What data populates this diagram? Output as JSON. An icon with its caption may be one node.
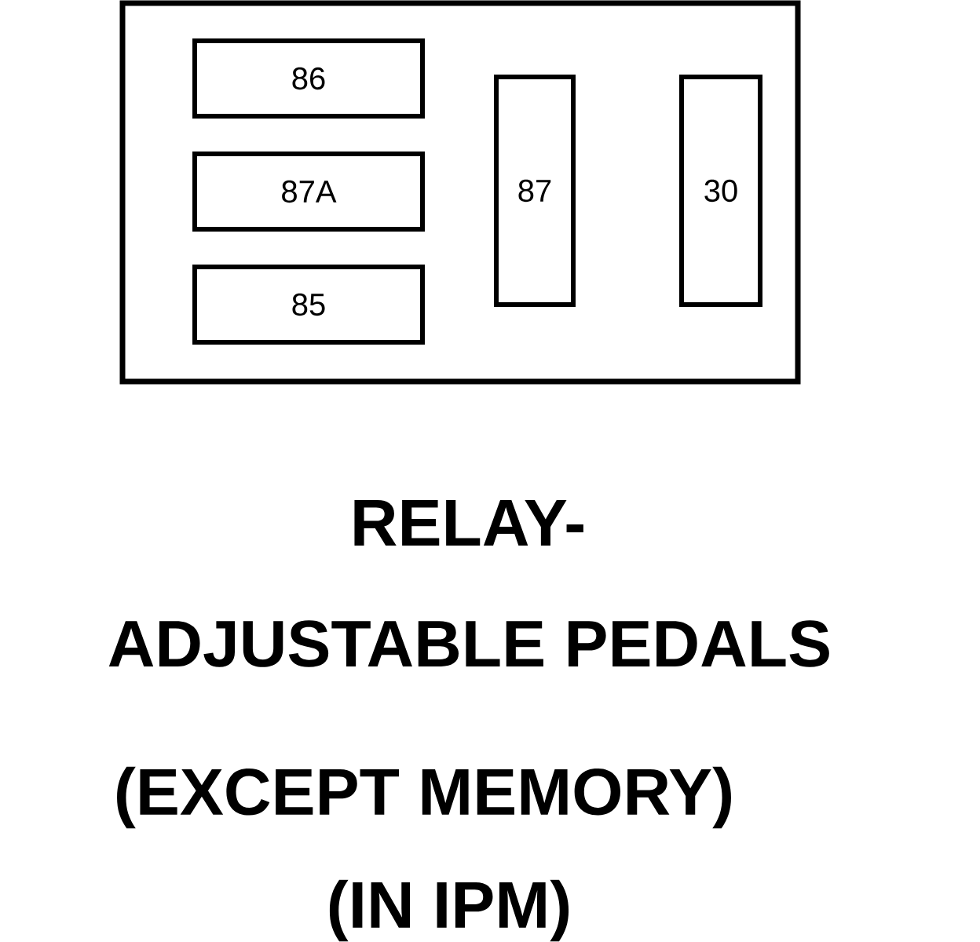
{
  "diagram": {
    "nodes": [
      {
        "text": [],
        "shape": "box"
      },
      {
        "text": [
          "86"
        ],
        "in": 0
      },
      {
        "text": [
          "87A"
        ],
        "in": 0
      },
      {
        "text": [
          "85"
        ],
        "in": 0
      },
      {
        "text": [
          "87"
        ],
        "in": 0
      },
      {
        "text": [
          "30"
        ],
        "in": 0
      }
    ],
    "labels": [
      "RELAY-",
      "ADJUSTABLE PEDALS",
      "(EXCEPT MEMORY)",
      "(IN IPM)"
    ]
  }
}
